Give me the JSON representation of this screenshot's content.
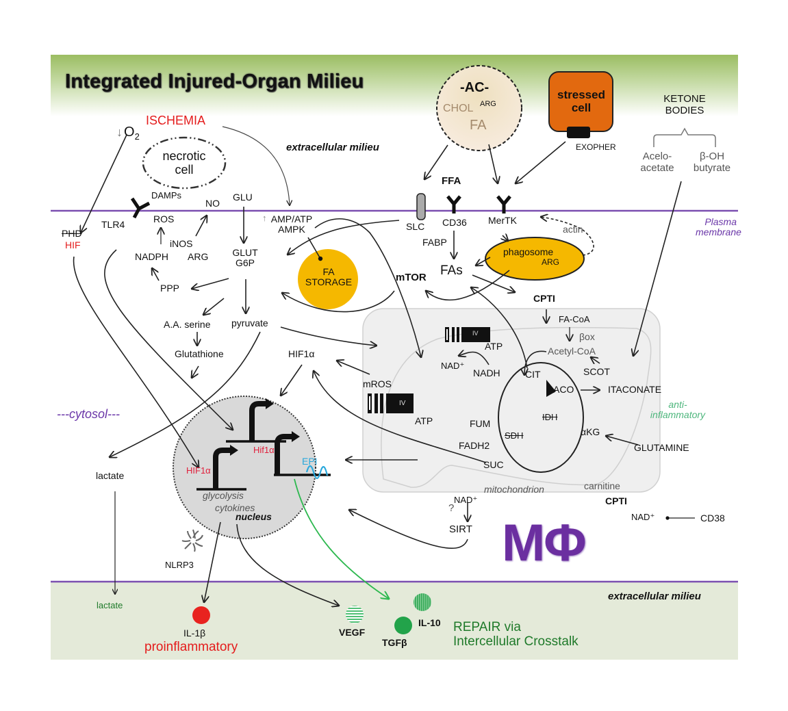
{
  "title": "Integrated Injured-Organ Milieu",
  "colors": {
    "header_green": "#9dc06a",
    "membrane_purple": "#7b4fb0",
    "extracellular_bottom": "#e4ead9",
    "fa_storage": "#f5b800",
    "phagosome": "#f5b800",
    "stressed_cell": "#e2690f",
    "ac_circle": "#f3e4cf",
    "nucleus": "#d9d9d9",
    "mitochondrion": "#f0f0f0",
    "il1b": "#e8231f",
    "tgfb": "#22a34a",
    "vegf": "#4fbf74",
    "il10": "#3fae5f",
    "macrophage": "#6b2fa0",
    "repair_arrow": "#2db84f"
  },
  "top": {
    "ischemia": "ISCHEMIA",
    "o2_arrow": "↓",
    "o2": "O",
    "o2_sub": "2",
    "necrotic_cell": [
      "necrotic",
      "cell"
    ],
    "extracellular_milieu": "extracellular milieu",
    "ac": "-AC-",
    "chol": "CHOL",
    "arg": "ARG",
    "fa": "FA",
    "stressed_cell": [
      "stressed",
      "cell"
    ],
    "exopher": "EXOPHER",
    "ketone_bodies": [
      "KETONE",
      "BODIES"
    ],
    "acetoacetate": [
      "Acelo-",
      "acetate"
    ],
    "bohb": [
      "β-OH",
      "butyrate"
    ],
    "ffa": "FFA",
    "damps": "DAMPs",
    "no": "NO",
    "glu": "GLU"
  },
  "membrane": {
    "label": [
      "Plasma",
      "membrane"
    ],
    "slc": "SLC",
    "cd36": "CD36",
    "mertk": "MerTK",
    "tlr4": "TLR4",
    "actin": "actin"
  },
  "cytosol": {
    "label": "---cytosol---",
    "phd": "PHD",
    "hif": "HIF",
    "ros": "ROS",
    "inos": "iNOS",
    "nadph": "NADPH",
    "arg": "ARG",
    "glut": "GLUT",
    "g6p": "G6P",
    "up_arrow": "↑",
    "amp_atp": "AMP/ATP",
    "ampk": "AMPK",
    "fa_storage": [
      "FA",
      "STORAGE"
    ],
    "ppp": "PPP",
    "aa_serine": "A.A. serine",
    "glutathione": "Glutathione",
    "pyruvate": "pyruvate",
    "hif1a": "HIF1α",
    "fabp": "FABP",
    "fas": "FAs",
    "mtor": "mTOR",
    "phagosome": "phagosome",
    "phagosome_arg": "ARG",
    "cpti": "CPTI",
    "lactate": "lactate",
    "nlrp3": "NLRP3",
    "nad_plus": "NAD⁺",
    "question": "?",
    "sirt": "SIRT",
    "cpti2": "CPTI",
    "nad_plus2": "NAD⁺",
    "cd38": "CD38",
    "macrophage": "MΦ"
  },
  "mitochondrion": {
    "label": "mitochondrion",
    "carnitine": "carnitine",
    "fa_coa": "FA-CoA",
    "box": "βox",
    "acetyl_coa": "Acetyl-CoA",
    "scot": "SCOT",
    "complex_iv": "IV",
    "atp": "ATP",
    "nad_plus": "NAD⁺",
    "nadh": "NADH",
    "mros": "mROS",
    "atp2": "ATP",
    "cit": "CIT",
    "aco": "ACO",
    "itaconate": "ITACONATE",
    "anti_inflammatory": [
      "anti-",
      "inflammatory"
    ],
    "idh": "IDH",
    "akg": "αKG",
    "glutamine": "GLUTAMINE",
    "fum": "FUM",
    "sdh": "SDH",
    "fadh2": "FADH2",
    "suc": "SUC"
  },
  "nucleus": {
    "label": "nucleus",
    "hif1a_upper": "Hif1α",
    "hif1a_lower": "HIF1α",
    "epi": "EPI",
    "glycolysis": "glycolysis",
    "cytokines": "cytokines"
  },
  "bottom": {
    "extracellular_milieu": "extracellular milieu",
    "lactate": "lactate",
    "il1b": "IL-1β",
    "proinflammatory": "proinflammatory",
    "vegf": "VEGF",
    "tgfb": "TGFβ",
    "il10": "IL-10",
    "repair": [
      "REPAIR via",
      "Intercellular Crosstalk"
    ]
  }
}
